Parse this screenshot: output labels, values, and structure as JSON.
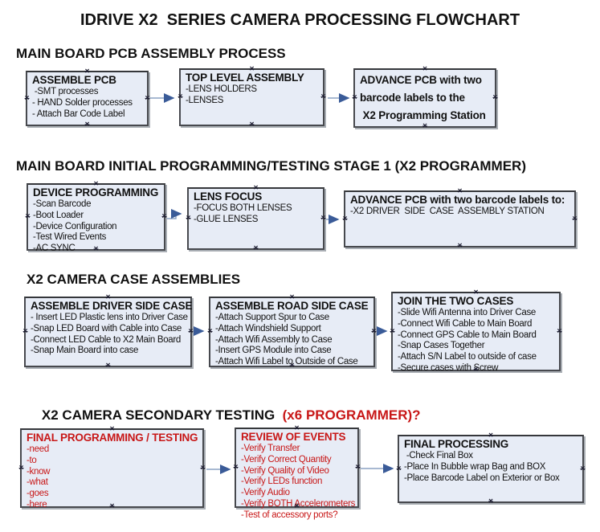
{
  "title": "IDRIVE X2  SERIES CAMERA PROCESSING FLOWCHART",
  "sections": {
    "pcb_assembly": {
      "heading": "MAIN BOARD PCB ASSEMBLY PROCESS"
    },
    "initial_programming": {
      "heading": "MAIN BOARD INITIAL PROGRAMMING/TESTING STAGE 1 (X2 PROGRAMMER)"
    },
    "case_assemblies": {
      "heading": "X2 CAMERA CASE ASSEMBLIES"
    },
    "secondary_testing": {
      "heading": "X2 CAMERA SECONDARY TESTING",
      "heading_red": "  (x6 PROGRAMMER)?"
    }
  },
  "boxes": {
    "assemble_pcb": {
      "title": "ASSEMBLE PCB",
      "items": [
        " -SMT processes",
        "- HAND Solder processes",
        "- Attach Bar Code Label"
      ]
    },
    "top_level_assembly": {
      "title": "TOP LEVEL ASSEMBLY",
      "items": [
        "-LENS HOLDERS",
        "-LENSES"
      ]
    },
    "advance_to_programming_station": {
      "items": [
        "ADVANCE PCB with two",
        "barcode labels to the",
        " X2 Programming Station"
      ]
    },
    "device_programming": {
      "title": "DEVICE PROGRAMMING",
      "items": [
        "-Scan Barcode",
        "-Boot Loader",
        "-Device Configuration",
        "-Test Wired Events",
        "-AC SYNC"
      ]
    },
    "lens_focus": {
      "title": "LENS FOCUS",
      "items": [
        "-FOCUS BOTH LENSES",
        "-GLUE LENSES"
      ]
    },
    "advance_to_case_assembly": {
      "title": "ADVANCE PCB with two barcode labels to:",
      "items": [
        "-X2 DRIVER  SIDE  CASE  ASSEMBLY STATION"
      ]
    },
    "assemble_driver_side_case": {
      "title": "ASSEMBLE DRIVER SIDE CASE",
      "items": [
        "- Insert LED Plastic lens into Driver Case",
        "-Snap LED Board with Cable into Case",
        "-Connect LED Cable to X2 Main Board",
        "-Snap Main Board into case"
      ]
    },
    "assemble_road_side_case": {
      "title": "ASSEMBLE ROAD SIDE CASE",
      "items": [
        "-Attach Support Spur to Case",
        "-Attach Windshield Support",
        "-Attach Wifi Assembly to Case",
        "-Insert GPS Module into Case",
        "-Attach Wifi Label to Outside of Case"
      ]
    },
    "join_the_two_cases": {
      "title": "JOIN THE TWO CASES",
      "items": [
        "-Slide Wifi Antenna into Driver Case",
        "-Connect Wifi Cable to Main Board",
        "-Connect GPS Cable to Main Board",
        "-Snap Cases Together",
        "-Attach S/N Label to outside of case",
        "-Secure cases with Screw"
      ]
    },
    "final_programming_testing": {
      "title": "FINAL PROGRAMMING / TESTING",
      "items": [
        "-need",
        "-to",
        "-know",
        "-what",
        "-goes",
        "-here"
      ]
    },
    "review_of_events": {
      "title": "REVIEW OF EVENTS",
      "items": [
        "-Verify Transfer",
        "-Verify Correct Quantity",
        "-Verify Quality of Video",
        "-Verify LEDs function",
        "-Verify Audio",
        "-Verify BOTH Accelerometers",
        "-Test of accessory ports?"
      ]
    },
    "final_processing": {
      "title": "FINAL PROCESSING",
      "items": [
        " -Check Final Box",
        "-Place In Bubble wrap Bag and BOX",
        "-Place Barcode Label on Exterior or Box"
      ]
    }
  },
  "icons": {
    "anchor_glyph": "×"
  },
  "colors": {
    "box_fill": "#e7ecf6",
    "box_border": "#47494e",
    "box_shadow": "#a9aeb4",
    "arrow_line": "#8ba2c4",
    "arrow_head": "#3a5b98",
    "red_text": "#c81717",
    "text": "#111111",
    "background": "#ffffff"
  }
}
